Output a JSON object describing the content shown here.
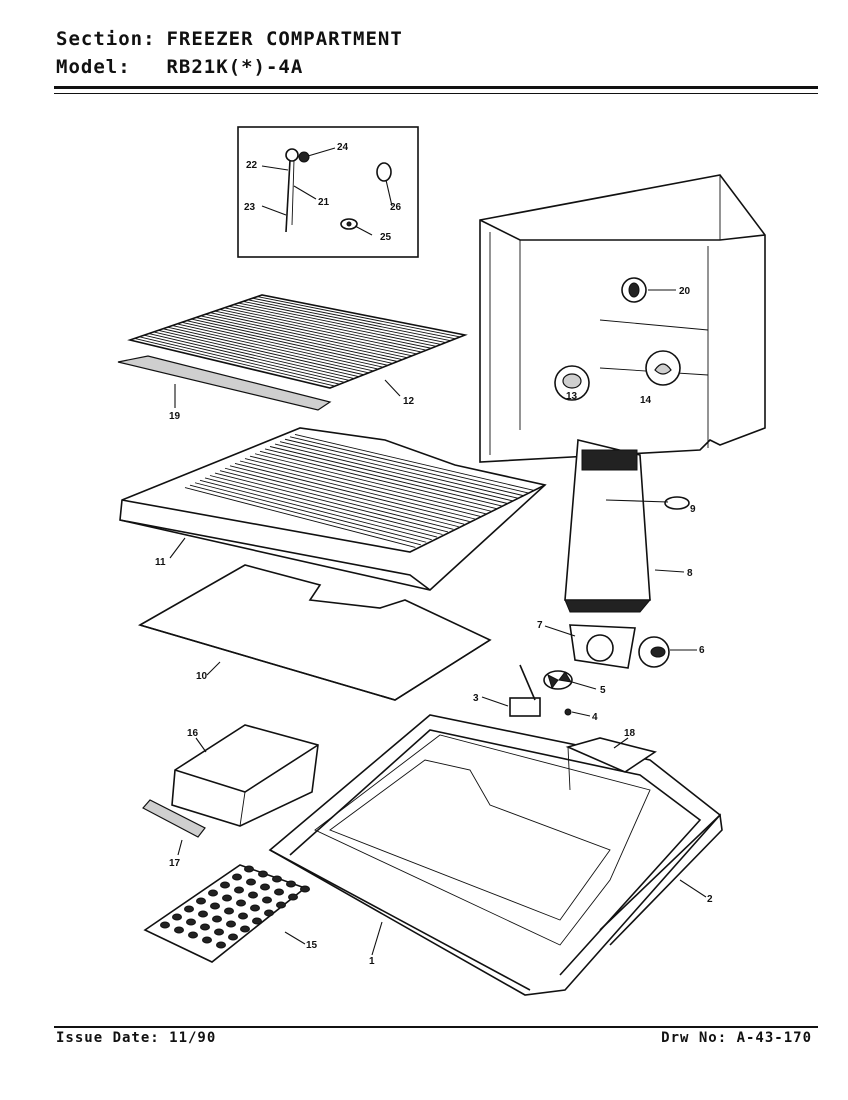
{
  "header": {
    "section_label": "Section:",
    "section_value": "FREEZER COMPARTMENT",
    "model_label": "Model:",
    "model_value": "RB21K(*)-4A"
  },
  "footer": {
    "issue_date": "Issue Date: 11/90",
    "drawing_number": "Drw No: A-43-170"
  },
  "callouts": [
    "1",
    "2",
    "3",
    "4",
    "5",
    "6",
    "7",
    "8",
    "9",
    "10",
    "11",
    "12",
    "13",
    "14",
    "15",
    "16",
    "17",
    "18",
    "19",
    "20",
    "21",
    "22",
    "23",
    "24",
    "25",
    "26"
  ]
}
